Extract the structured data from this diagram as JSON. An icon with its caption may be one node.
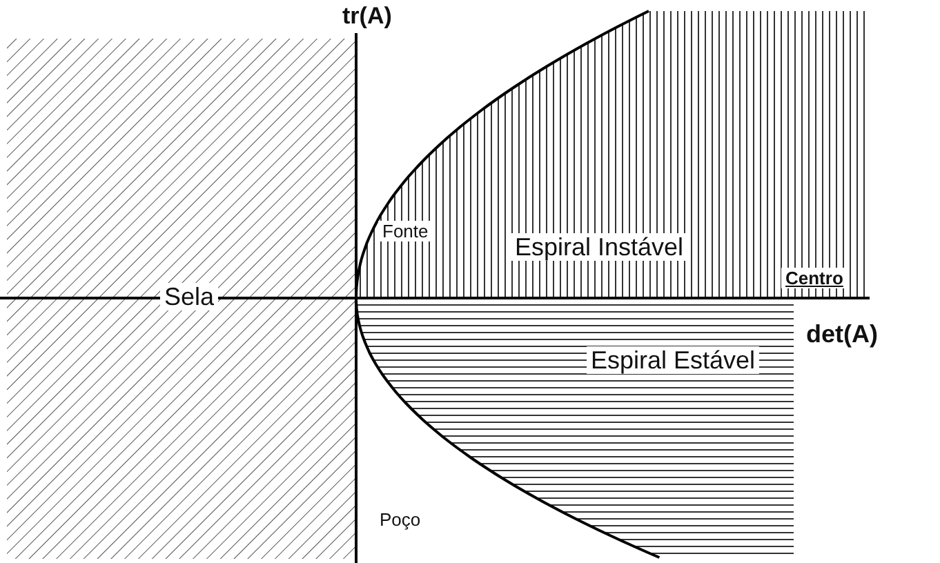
{
  "diagram": {
    "labels": [
      "tr(A)",
      "Fonte",
      "Espiral Instável",
      "Sela",
      "Centro",
      "det(A)",
      "Espiral Estável",
      "Poço"
    ]
  }
}
